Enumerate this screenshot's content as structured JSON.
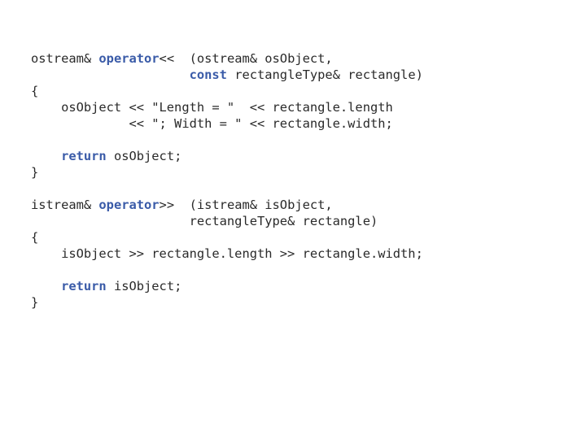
{
  "colors": {
    "background": "#ffffff",
    "text": "#2a2a2a",
    "keyword": "#3a5ba8"
  },
  "code": {
    "lines": [
      [
        {
          "t": "ostream& ",
          "k": false
        },
        {
          "t": "operator",
          "k": true
        },
        {
          "t": "<<  (ostream& osObject,",
          "k": false
        }
      ],
      [
        {
          "t": "                     ",
          "k": false
        },
        {
          "t": "const",
          "k": true
        },
        {
          "t": " rectangleType& rectangle)",
          "k": false
        }
      ],
      [
        {
          "t": "{",
          "k": false
        }
      ],
      [
        {
          "t": "    osObject << \"Length = \"  << rectangle.length",
          "k": false
        }
      ],
      [
        {
          "t": "             << \"; Width = \" << rectangle.width;",
          "k": false
        }
      ],
      [],
      [
        {
          "t": "    ",
          "k": false
        },
        {
          "t": "return",
          "k": true
        },
        {
          "t": " osObject;",
          "k": false
        }
      ],
      [
        {
          "t": "}",
          "k": false
        }
      ],
      [],
      [
        {
          "t": "istream& ",
          "k": false
        },
        {
          "t": "operator",
          "k": true
        },
        {
          "t": ">>  (istream& isObject,",
          "k": false
        }
      ],
      [
        {
          "t": "                     rectangleType& rectangle)",
          "k": false
        }
      ],
      [
        {
          "t": "{",
          "k": false
        }
      ],
      [
        {
          "t": "    isObject >> rectangle.length >> rectangle.width;",
          "k": false
        }
      ],
      [],
      [
        {
          "t": "    ",
          "k": false
        },
        {
          "t": "return",
          "k": true
        },
        {
          "t": " isObject;",
          "k": false
        }
      ],
      [
        {
          "t": "}",
          "k": false
        }
      ]
    ]
  }
}
